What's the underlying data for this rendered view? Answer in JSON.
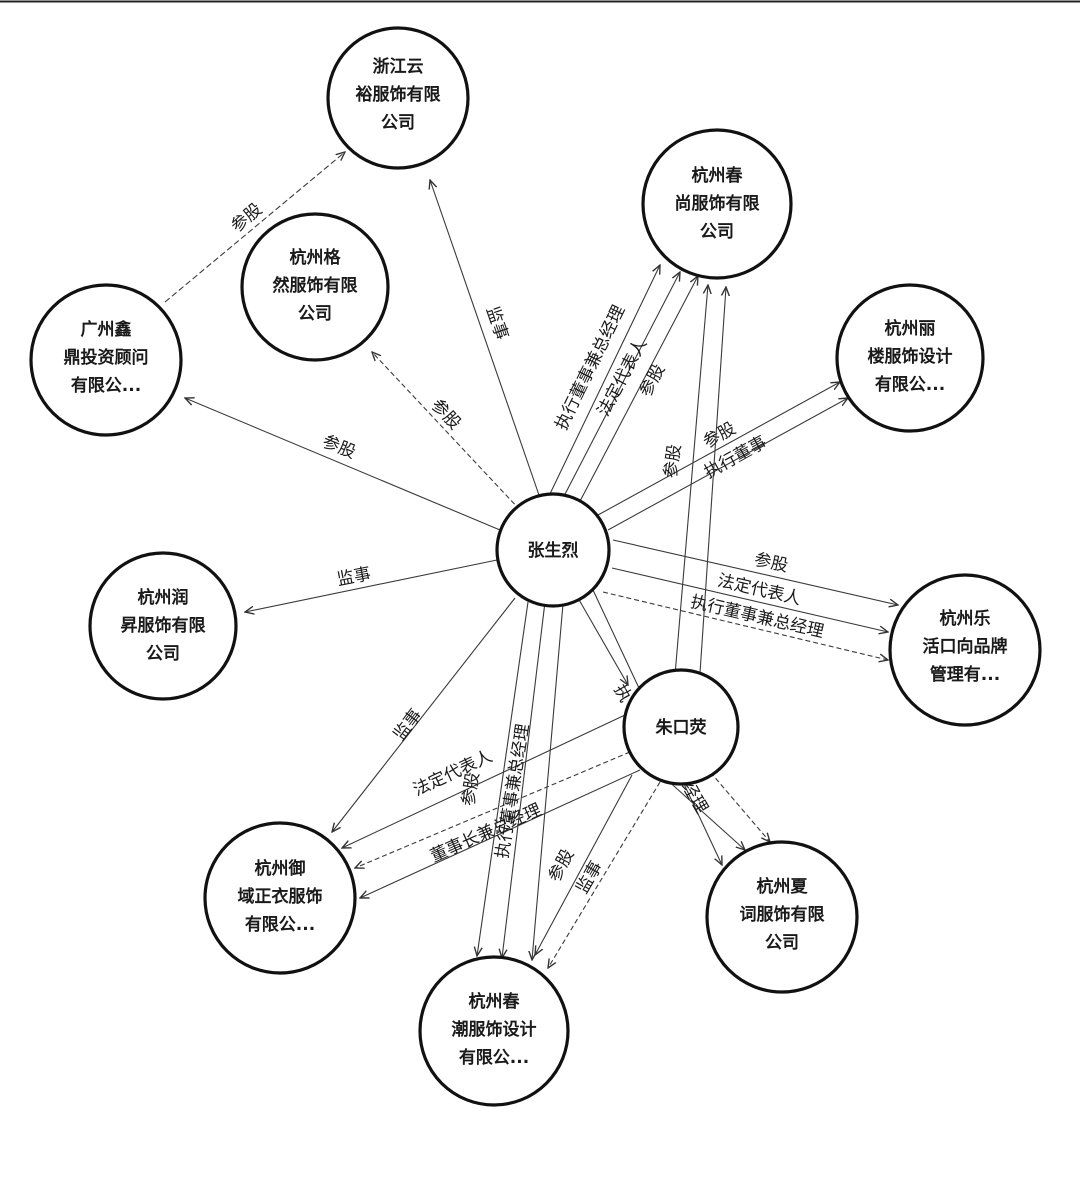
{
  "diagram": {
    "nodes": {
      "center": [
        "张生烈"
      ],
      "zhu": [
        "朱口荧"
      ],
      "zj": [
        "浙江云",
        "裕服饰有限",
        "公司"
      ],
      "gz": [
        "广州鑫",
        "鼎投资顾问",
        "有限公..."
      ],
      "hzl": [
        "杭州格",
        "然服饰有限",
        "公司"
      ],
      "hzr": [
        "杭州春",
        "尚服饰有限",
        "公司"
      ],
      "hzq": [
        "杭州丽",
        "楼服饰设计",
        "有限公..."
      ],
      "hzh": [
        "杭州润",
        "昇服饰有限",
        "公司"
      ],
      "hzs": [
        "杭州乐",
        "活口向品牌",
        "管理有..."
      ],
      "hzv": [
        "杭州御",
        "域正衣服饰",
        "有限公..."
      ],
      "hzb": [
        "杭州春",
        "潮服饰设计",
        "有限公..."
      ],
      "hzx": [
        "杭州夏",
        "词服饰有限",
        "公司"
      ]
    },
    "edges": [
      {
        "label": "参股"
      },
      {
        "label": "监事"
      },
      {
        "label": "参股"
      },
      {
        "label": "参股"
      },
      {
        "label": "执行董事兼总经理"
      },
      {
        "label": "法定代表人"
      },
      {
        "label": "参股"
      },
      {
        "label": "参股"
      },
      {
        "label": "执行董事"
      },
      {
        "label": "监事"
      },
      {
        "label": "参股"
      },
      {
        "label": "法定代表人"
      },
      {
        "label": "执行董事兼总经理"
      },
      {
        "label": "监事"
      },
      {
        "label": "执"
      },
      {
        "label": "法定代表人"
      },
      {
        "label": "参股"
      },
      {
        "label": "董事长兼总经理"
      },
      {
        "label": "执行董事兼总经理"
      },
      {
        "label": "参股"
      },
      {
        "label": "参股"
      },
      {
        "label": "监事"
      },
      {
        "label": "经理"
      },
      {
        "label": "参股"
      }
    ]
  }
}
